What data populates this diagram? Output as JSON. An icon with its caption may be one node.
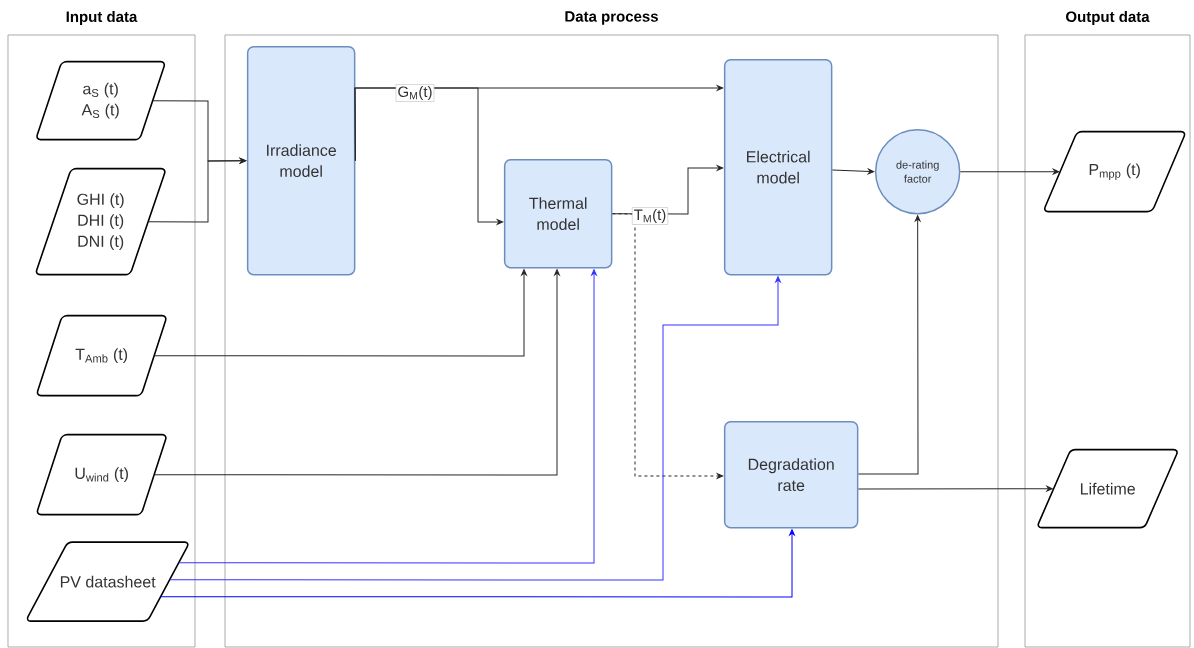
{
  "diagram": {
    "nodes": [
      {
        "text": [
          "Input data"
        ]
      },
      {
        "text": [
          "Data process"
        ]
      },
      {
        "text": [
          "Output data"
        ]
      },
      {
        "text": [
          "a$_{S}$ (t)",
          "A$_{S}$ (t)"
        ],
        "in": 0
      },
      {
        "text": [
          "GHI (t)",
          "DHI (t)",
          "DNI (t)"
        ],
        "in": 0
      },
      {
        "text": [
          "T$_{Amb}$ (t)"
        ],
        "in": 0
      },
      {
        "text": [
          "U$_{wind}$ (t)"
        ],
        "in": 0
      },
      {
        "text": [
          "PV datasheet"
        ],
        "in": 0
      },
      {
        "text": [
          "Irradiance model"
        ],
        "in": 1
      },
      {
        "text": [
          "Thermal model"
        ],
        "in": 1
      },
      {
        "text": [
          "Electrical model"
        ],
        "in": 1
      },
      {
        "text": [
          "de-rating factor"
        ],
        "in": 1
      },
      {
        "text": [
          "Degradation rate"
        ],
        "in": 1
      },
      {
        "text": [
          "P$_{mpp}$ (t)"
        ],
        "in": 2
      },
      {
        "text": [
          "Lifetime"
        ],
        "in": 2
      }
    ],
    "edges": [
      {
        "from": 3,
        "to": 8,
        "arrow": "to"
      },
      {
        "from": 4,
        "to": 8,
        "arrow": "to"
      },
      {
        "from": 8,
        "to": 9,
        "arrow": "to"
      },
      {
        "from": 8,
        "to": 10,
        "arrow": "to",
        "label": "G$_{M}$(t)"
      },
      {
        "from": 9,
        "to": 10,
        "arrow": "to",
        "label": "T$_{M}$(t)"
      },
      {
        "from": 9,
        "to": 12,
        "arrow": "to",
        "style": "dashed"
      },
      {
        "from": 5,
        "to": 9,
        "arrow": "to"
      },
      {
        "from": 6,
        "to": 9,
        "arrow": "to"
      },
      {
        "from": 7,
        "to": 9,
        "arrow": "to",
        "color": "#3333ff"
      },
      {
        "from": 7,
        "to": 10,
        "arrow": "to",
        "color": "#3333ff"
      },
      {
        "from": 7,
        "to": 12,
        "arrow": "to",
        "color": "#0000ff"
      },
      {
        "from": 10,
        "to": 11,
        "arrow": "to"
      },
      {
        "from": 12,
        "to": 11,
        "arrow": "to"
      },
      {
        "from": 11,
        "to": 13,
        "arrow": "to"
      },
      {
        "from": 12,
        "to": 14,
        "arrow": "to"
      }
    ]
  }
}
